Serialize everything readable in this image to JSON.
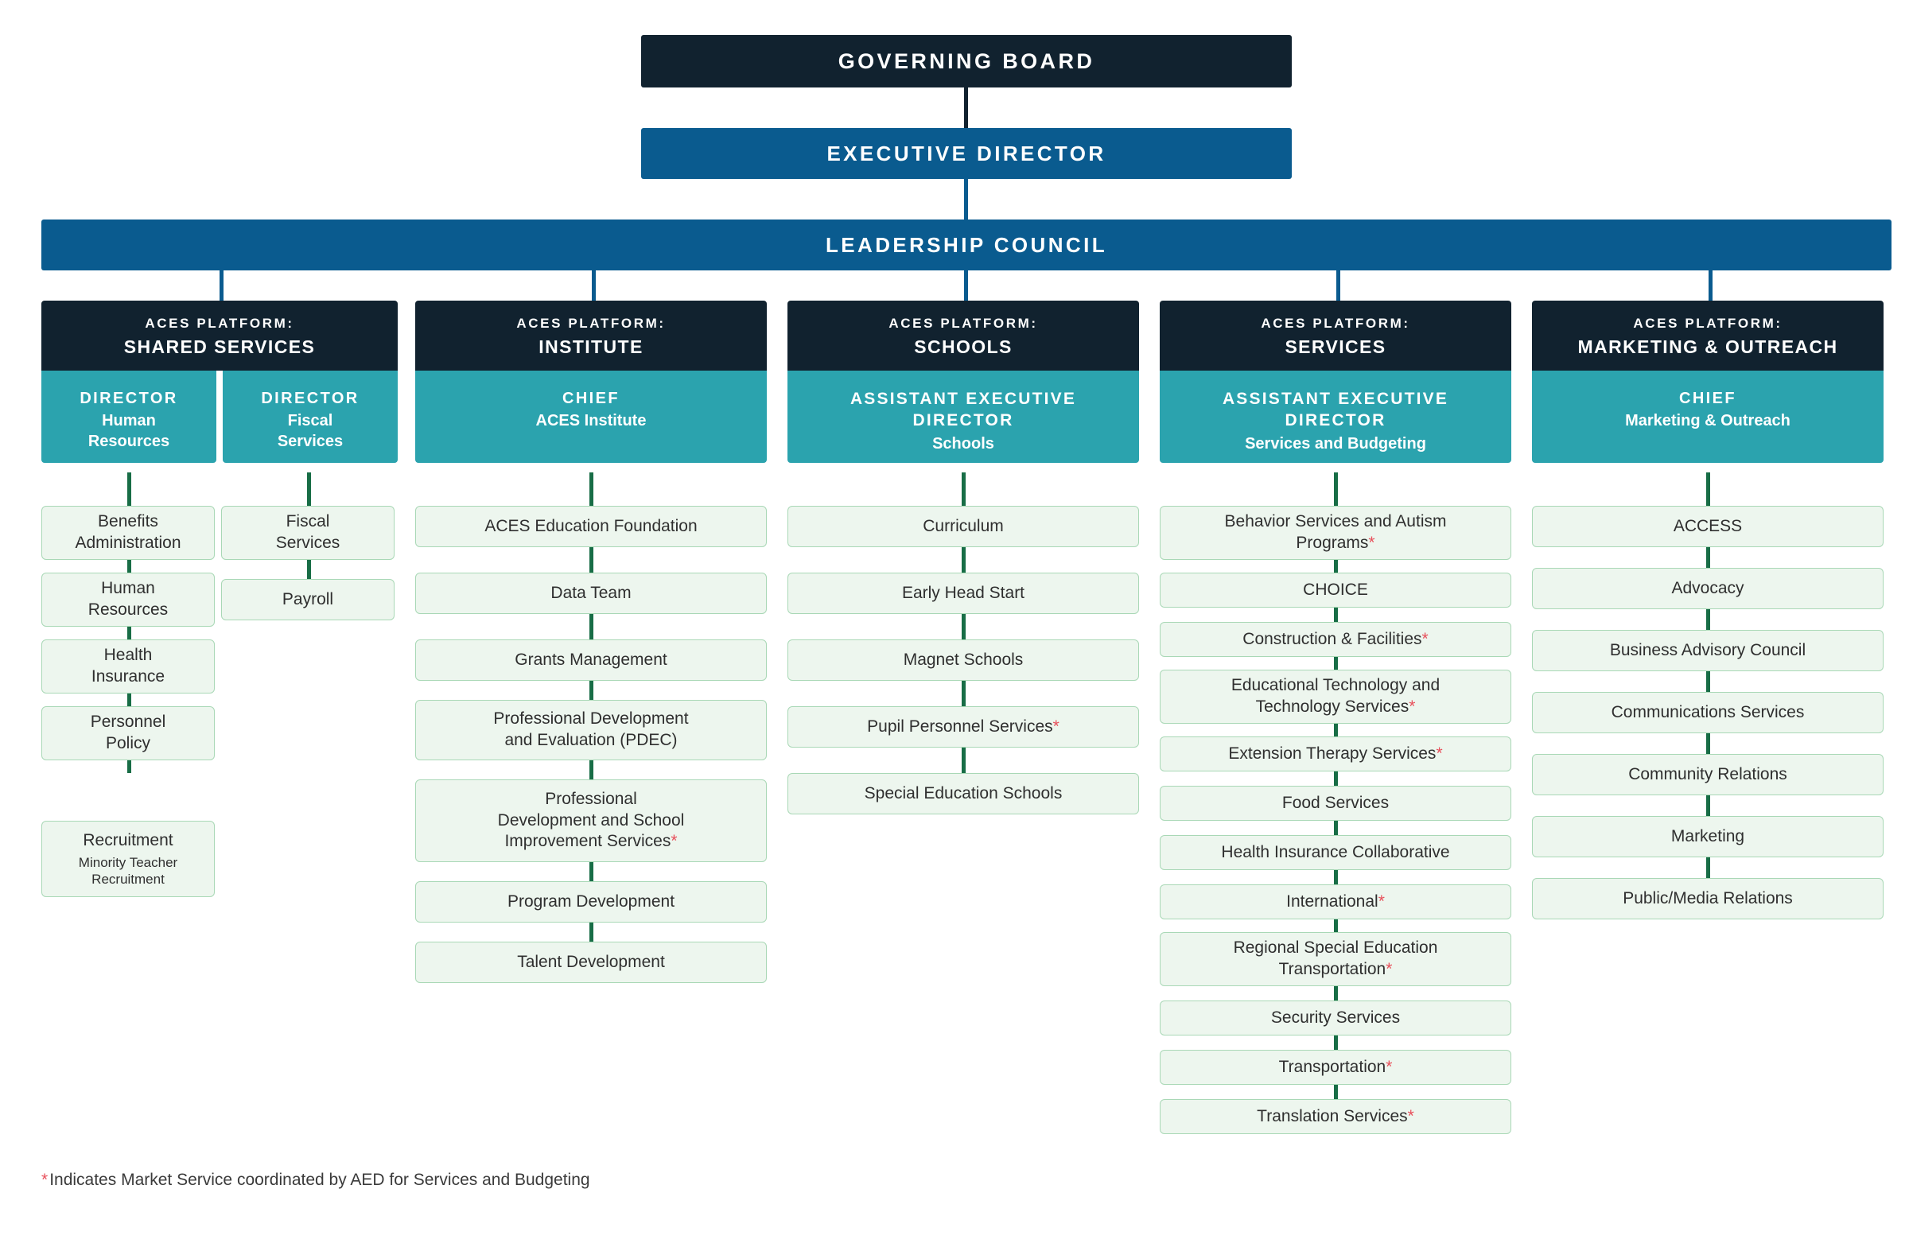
{
  "colors": {
    "navy": "#11222f",
    "blue": "#0a5b8f",
    "teal": "#2ba3ae",
    "leaf_fill": "#edf6ee",
    "leaf_border": "#a9d8b6",
    "connector_green": "#186d46",
    "asterisk_red": "#e8505b"
  },
  "top": {
    "governing_board": "GOVERNING BOARD",
    "executive_director": "EXECUTIVE DIRECTOR",
    "leadership_council": "LEADERSHIP COUNCIL"
  },
  "platform_kicker": "ACES PLATFORM:",
  "columns": [
    {
      "id": "shared-services",
      "platform_name": "SHARED SERVICES",
      "leaders": [
        {
          "role": "DIRECTOR",
          "sub": "Human\nResources"
        },
        {
          "role": "DIRECTOR",
          "sub": "Fiscal\nServices"
        }
      ],
      "branches": [
        {
          "items": [
            {
              "label": "Benefits\nAdministration"
            },
            {
              "label": "Human\nResources"
            },
            {
              "label": "Health\nInsurance"
            },
            {
              "label": "Personnel\nPolicy"
            },
            {
              "label": "Recruitment",
              "sub": "Minority Teacher\nRecruitment"
            }
          ]
        },
        {
          "items": [
            {
              "label": "Fiscal\nServices"
            },
            {
              "label": "Payroll"
            }
          ]
        }
      ]
    },
    {
      "id": "institute",
      "platform_name": "INSTITUTE",
      "leaders": [
        {
          "role": "CHIEF",
          "sub": "ACES Institute"
        }
      ],
      "branches": [
        {
          "items": [
            {
              "label": "ACES Education Foundation"
            },
            {
              "label": "Data Team"
            },
            {
              "label": "Grants Management"
            },
            {
              "label": "Professional Development\nand Evaluation (PDEC)"
            },
            {
              "label": "Professional\nDevelopment and School\nImprovement Services",
              "market": true
            },
            {
              "label": "Program Development"
            },
            {
              "label": "Talent Development"
            }
          ]
        }
      ]
    },
    {
      "id": "schools",
      "platform_name": "SCHOOLS",
      "leaders": [
        {
          "role": "ASSISTANT EXECUTIVE\nDIRECTOR",
          "sub": "Schools"
        }
      ],
      "branches": [
        {
          "items": [
            {
              "label": "Curriculum"
            },
            {
              "label": "Early Head Start"
            },
            {
              "label": "Magnet Schools"
            },
            {
              "label": "Pupil Personnel Services",
              "market": true
            },
            {
              "label": "Special Education Schools"
            }
          ]
        }
      ]
    },
    {
      "id": "services",
      "platform_name": "SERVICES",
      "leaders": [
        {
          "role": "ASSISTANT EXECUTIVE\nDIRECTOR",
          "sub": "Services and Budgeting"
        }
      ],
      "branches": [
        {
          "items": [
            {
              "label": "Behavior Services and Autism\nPrograms",
              "market": true
            },
            {
              "label": "CHOICE"
            },
            {
              "label": "Construction & Facilities",
              "market": true
            },
            {
              "label": "Educational Technology and\nTechnology Services",
              "market": true
            },
            {
              "label": "Extension Therapy Services",
              "market": true
            },
            {
              "label": "Food Services"
            },
            {
              "label": "Health Insurance Collaborative"
            },
            {
              "label": "International",
              "market": true
            },
            {
              "label": "Regional Special Education\nTransportation",
              "market": true
            },
            {
              "label": "Security Services"
            },
            {
              "label": "Transportation",
              "market": true
            },
            {
              "label": "Translation Services",
              "market": true
            }
          ]
        }
      ]
    },
    {
      "id": "marketing-outreach",
      "platform_name": "MARKETING & OUTREACH",
      "leaders": [
        {
          "role": "CHIEF",
          "sub": "Marketing & Outreach"
        }
      ],
      "branches": [
        {
          "items": [
            {
              "label": "ACCESS"
            },
            {
              "label": "Advocacy"
            },
            {
              "label": "Business Advisory Council"
            },
            {
              "label": "Communications Services"
            },
            {
              "label": "Community Relations"
            },
            {
              "label": "Marketing"
            },
            {
              "label": "Public/Media Relations"
            }
          ]
        }
      ]
    }
  ],
  "footnote": {
    "asterisk": "*",
    "text": "Indicates Market Service coordinated by AED for Services and Budgeting"
  }
}
